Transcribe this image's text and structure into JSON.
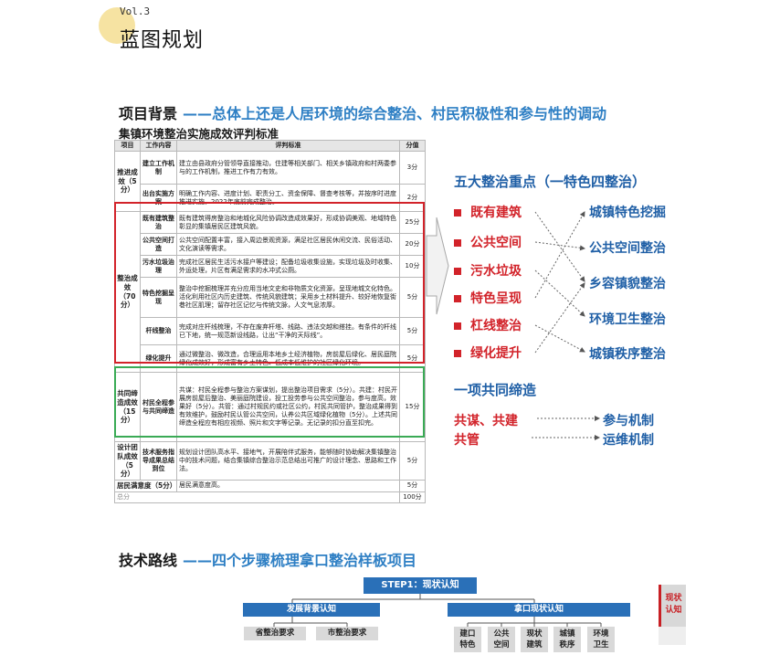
{
  "header": {
    "vol": "Vol.3",
    "title": "蓝图规划"
  },
  "section1": {
    "heading_lead": "项目背景",
    "heading_rest": "——总体上还是人居环境的综合整治、村民积极性和参与性的调动",
    "table_title": "集镇环境整治实施成效评判标准",
    "table": {
      "headers": [
        "项目",
        "工作内容",
        "评判标准",
        "分值"
      ],
      "groups": {
        "g1": "推进成效（5分）",
        "g2": "整治成效（70分）",
        "g3": "共同缔造成效（15分）",
        "g4": "设计团队成效（5分）"
      },
      "rows": [
        {
          "content": "建立工作机制",
          "criteria": "建立由县政府分管领导直接推动，住建等相关部门、相关乡镇政府和村两委参与的工作机制，推进工作有力有效。",
          "score": "3分"
        },
        {
          "content": "出台实施方案",
          "criteria": "明确工作内容、进度计划、职责分工、资金保障、督查考核等，并按序时进度推进实施，2022年底前完成整治。",
          "score": "2分"
        },
        {
          "content": "既有建筑整治",
          "criteria": "既有建筑得房整治和地城化风险协调改造成效果好，形成协调美观、地域特色彰显的集镇居民区建筑风貌。",
          "score": "25分"
        },
        {
          "content": "公共空间打造",
          "criteria": "公共空间配置丰富，接入周边景观资源，满足社区居民休闲交流、民俗活动、文化演读等需求。",
          "score": "20分"
        },
        {
          "content": "污水垃圾治理",
          "criteria": "完成社区居民生活污水接户等建设；配备垃圾收集设施，实现垃圾及时收集、外运处理，片区有满足需求的水冲式公厕。",
          "score": "10分"
        },
        {
          "content": "特色挖掘呈现",
          "criteria": "整治中挖掘梳理并充分应用当地文史和非物质文化资源，呈现地城文化特色。活化利用社区内历史建筑、传统风貌建筑；采用乡土材料提升、较好地恢复街巷社区肌理；留存社区记忆与传统文脉，人文气息浓厚。",
          "score": "5分"
        },
        {
          "content": "杆线整治",
          "criteria": "完成对庄杆线梳理，不存在废弃杆塔、线路、违法交越和搭挂。有条件的杆线已下地，统一规范新设线路，让出“干净的天际线”。",
          "score": "5分"
        },
        {
          "content": "绿化提升",
          "criteria": "通过微整治、微改造，合理运用本地乡土经济植物，房前屋后绿化、居民庭院绿化成效好，形成富有乡土特色、低成本低维护的社区绿化环境。",
          "score": "5分"
        },
        {
          "content": "村民全程参与共同缔造",
          "criteria": "共谋：村民全程参与整治方案谋划，提出整治项目需求（5分）。共建：村民开展房前屋后整治、美丽庭院建设，投工投劳参与公共空间整治，参与度高，效果好（5分）。共管：通过村规民约或社区公约，村民共同管护，整治成果得到有效维护，鼓励村民认管公共空间，认养公共区域绿化植物（5分）。上述共同缔造全程应有相应视频、照片和文字等记录。无记录的扣分直至扣完。",
          "score": "15分"
        },
        {
          "content": "技术服务指导成果总结到位",
          "criteria": "规划设计团队高水平、接地气，开展陪伴式服务，能够随时协助解决集镇整治中的技术问题，结合集镇综合整治示范总结出可推广的设计理念、思路和工作法。",
          "score": "5分"
        }
      ],
      "resident": {
        "label": "居民满意度（5分）",
        "criteria": "居民满意度高。",
        "score": "5分"
      },
      "total": {
        "label": "总分",
        "score": "100分"
      }
    }
  },
  "focus": {
    "title": "五大整治重点（一特色四整治）",
    "left": [
      "既有建筑",
      "公共空间",
      "污水垃圾",
      "特色呈现",
      "杠线整治",
      "绿化提升"
    ],
    "right": [
      "城镇特色挖掘",
      "公共空间整治",
      "乡容镇貌整治",
      "环境卫生整治",
      "城镇秩序整治"
    ],
    "common_title": "一项共同缔造",
    "common_left": [
      "共谋、共建",
      "共管"
    ],
    "common_right": [
      "参与机制",
      "运维机制"
    ],
    "colors": {
      "red": "#d2232a",
      "blue": "#1f5fa6"
    }
  },
  "section2": {
    "heading_lead": "技术路线",
    "heading_rest": "——四个步骤梳理拿口整治样板项目",
    "step1": "STEP1：现状认知",
    "left_bar": "发展背景认知",
    "left_items": [
      "省整治要求",
      "市整治要求"
    ],
    "right_bar": "拿口现状认知",
    "right_items": [
      {
        "l1": "建口",
        "l2": "特色"
      },
      {
        "l1": "公共",
        "l2": "空间"
      },
      {
        "l1": "现状",
        "l2": "建筑"
      },
      {
        "l1": "城镇",
        "l2": "秩序"
      },
      {
        "l1": "环境",
        "l2": "卫生"
      }
    ],
    "side_label_1": "现状",
    "side_label_2": "认知"
  }
}
